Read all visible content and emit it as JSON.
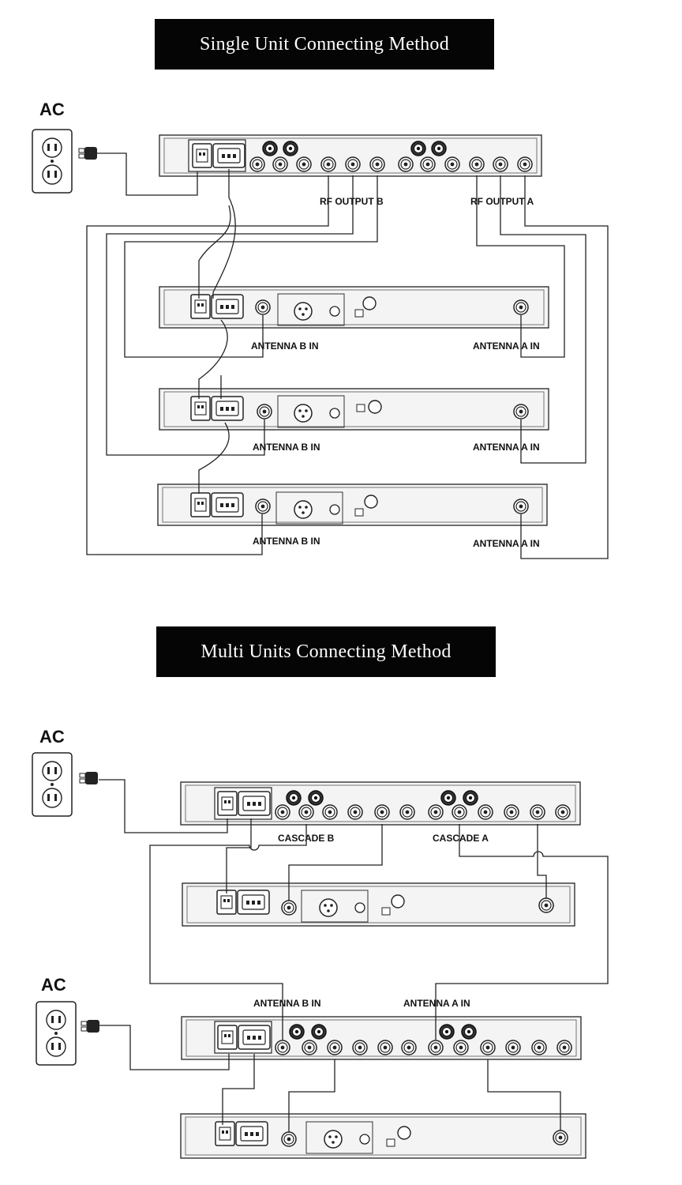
{
  "single": {
    "title": "Single Unit Connecting Method",
    "ac_label": "AC",
    "rf_output_b": "RF OUTPUT B",
    "rf_output_a": "RF OUTPUT A",
    "receivers": [
      {
        "antenna_b": "ANTENNA B IN",
        "antenna_a": "ANTENNA A IN"
      },
      {
        "antenna_b": "ANTENNA B IN",
        "antenna_a": "ANTENNA A IN"
      },
      {
        "antenna_b": "ANTENNA B IN",
        "antenna_a": "ANTENNA A IN"
      }
    ]
  },
  "multi": {
    "title": "Multi Units Connecting Method",
    "ac_label_1": "AC",
    "ac_label_2": "AC",
    "cascade_b": "CASCADE B",
    "cascade_a": "CASCADE A",
    "antenna_b_in": "ANTENNA B IN",
    "antenna_a_in": "ANTENNA A IN"
  },
  "icons": [
    "ac-outlet-icon",
    "power-plug-icon",
    "bnc-connector-icon",
    "iec-power-socket-icon",
    "xlr-connector-icon"
  ]
}
